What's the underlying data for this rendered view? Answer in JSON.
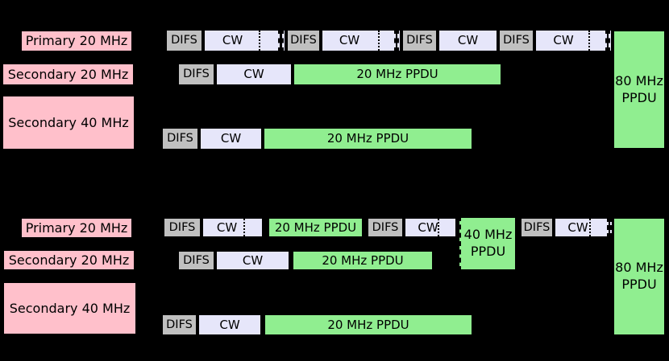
{
  "colors": {
    "background": "#000000",
    "channel_label": "#ffc0cb",
    "difs": "#c0c0c0",
    "cw": "#e6e6fa",
    "ppdu": "#90ee90",
    "border": "#000000"
  },
  "labels": {
    "difs": "DIFS",
    "cw": "CW",
    "ppdu_20": "20 MHz PPDU",
    "ppdu_40_line1": "40 MHz",
    "ppdu_40_line2": "PPDU",
    "ppdu_80_line1": "80 MHz",
    "ppdu_80_line2": "PPDU"
  },
  "top_diagram": {
    "channels": [
      "Primary 20 MHz",
      "Secondary 20 MHz",
      "Secondary 40 MHz"
    ]
  },
  "bottom_diagram": {
    "channels": [
      "Primary 20 MHz",
      "Secondary 20 MHz",
      "Secondary 40 MHz"
    ]
  }
}
